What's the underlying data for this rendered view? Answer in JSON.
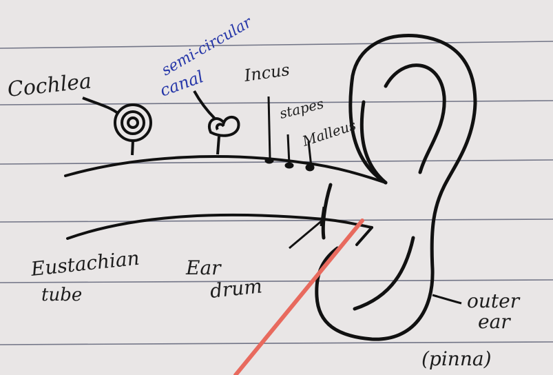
{
  "labels": {
    "cochlea": "Cochlea",
    "semicircular_1": "semi-circular",
    "semicircular_2": "canal",
    "incus": "Incus",
    "stapes": "stapes",
    "malleus": "Malleus",
    "eustachian_1": "Eustachian",
    "eustachian_2": "tube",
    "eardrum_1": "Ear",
    "eardrum_2": "drum",
    "outer_1": "outer",
    "outer_2": "ear",
    "outer_3": "(pinna)"
  },
  "colors": {
    "paper": "#e9e6e6",
    "rule_line": "#4a4f66",
    "ink": "#111111",
    "blue_ink": "#2536a8",
    "red_stroke": "#e86a5e"
  }
}
